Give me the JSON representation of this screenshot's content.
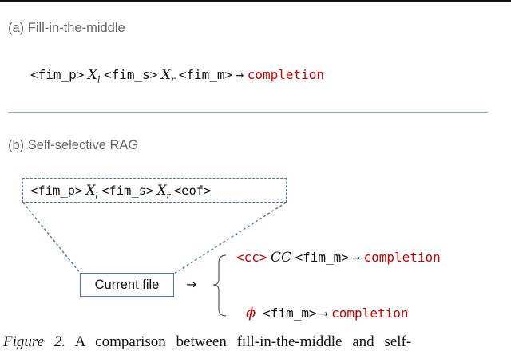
{
  "section_a": {
    "label": "(a) Fill-in-the-middle",
    "fim_p": "<fim_p>",
    "x_l": "X",
    "x_l_sub": "l",
    "fim_s": "<fim_s>",
    "x_r": "X",
    "x_r_sub": "r",
    "fim_m": "<fim_m>",
    "arrow": "→",
    "completion": "completion"
  },
  "section_b": {
    "label": "(b) Self-selective RAG",
    "box": {
      "fim_p": "<fim_p>",
      "x_l": "X",
      "x_l_sub": "l",
      "fim_s": "<fim_s>",
      "x_r": "X",
      "x_r_sub": "r",
      "eof": "<eof>"
    },
    "current_file": "Current file",
    "arrow": "→",
    "branch_top": {
      "cc_tag": "<cc>",
      "cc": "CC",
      "fim_m": "<fim_m>",
      "arrow": "→",
      "completion": "completion"
    },
    "branch_bottom": {
      "phi": "ϕ",
      "fim_m": "<fim_m>",
      "arrow": "→",
      "completion": "completion"
    }
  },
  "caption": {
    "label": "Figure 2.",
    "text": "A comparison between fill-in-the-middle and self-"
  },
  "colors": {
    "accent_red": "#cc0000",
    "box_blue": "#4a78c2",
    "divider": "#8aaad6",
    "label_gray": "#666666"
  }
}
